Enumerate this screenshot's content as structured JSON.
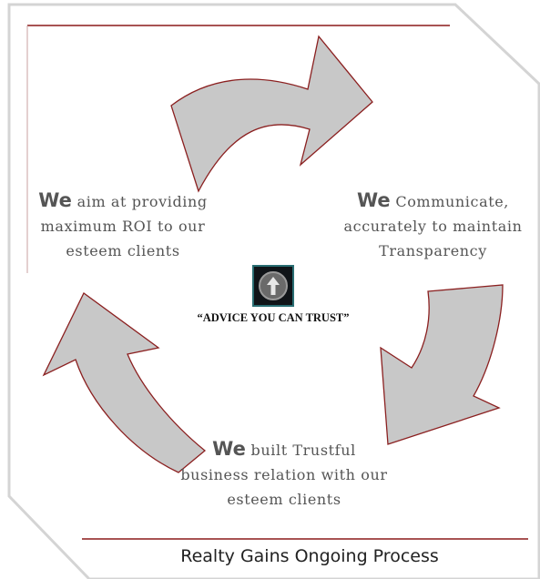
{
  "steps": [
    {
      "emphasis": "We",
      "lines": [
        "aim at providing",
        "maximum ROI to our",
        "esteem clients"
      ]
    },
    {
      "emphasis": "We",
      "lines": [
        "Communicate,",
        "accurately to maintain",
        "Transparency"
      ]
    },
    {
      "emphasis": "We",
      "lines": [
        "built Trustful",
        "business relation with our",
        "esteem clients"
      ]
    }
  ],
  "tagline": "“ADVICE YOU CAN TRUST”",
  "footer_title": "Realty Gains Ongoing Process",
  "colors": {
    "arrow_fill": "#c8c8c8",
    "arrow_stroke": "#8b2020",
    "rule": "#8b1a1a",
    "text": "#555555"
  },
  "icons": {
    "logo": "upward-arrow-circle-icon"
  }
}
